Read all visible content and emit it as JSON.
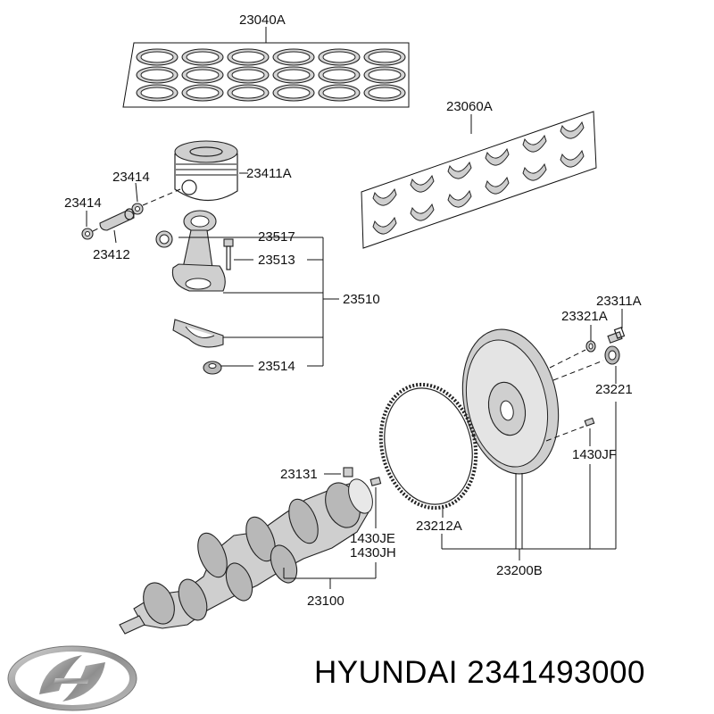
{
  "labels": {
    "rings": "23040A",
    "bearings": "23060A",
    "piston": "23411A",
    "clip_a": "23414",
    "clip_b": "23414",
    "pin": "23412",
    "rod_bush": "23517",
    "rod_bolt": "23513",
    "rod_assy": "23510",
    "rod_nut": "23514",
    "fw_bolt": "23311A",
    "fw_washer": "23321A",
    "fw_bearing": "23221",
    "fw_pin": "1430JF",
    "key": "23131",
    "ring_gear": "23212A",
    "crank_pin_a": "1430JE",
    "crank_pin_b": "1430JH",
    "crankshaft": "23100",
    "flywheel_assy": "23200B"
  },
  "caption": {
    "brand": "HYUNDAI",
    "part_number": "2341493000"
  },
  "logo": {
    "name": "hyundai-logo-icon",
    "color": "#9a9a9a"
  }
}
